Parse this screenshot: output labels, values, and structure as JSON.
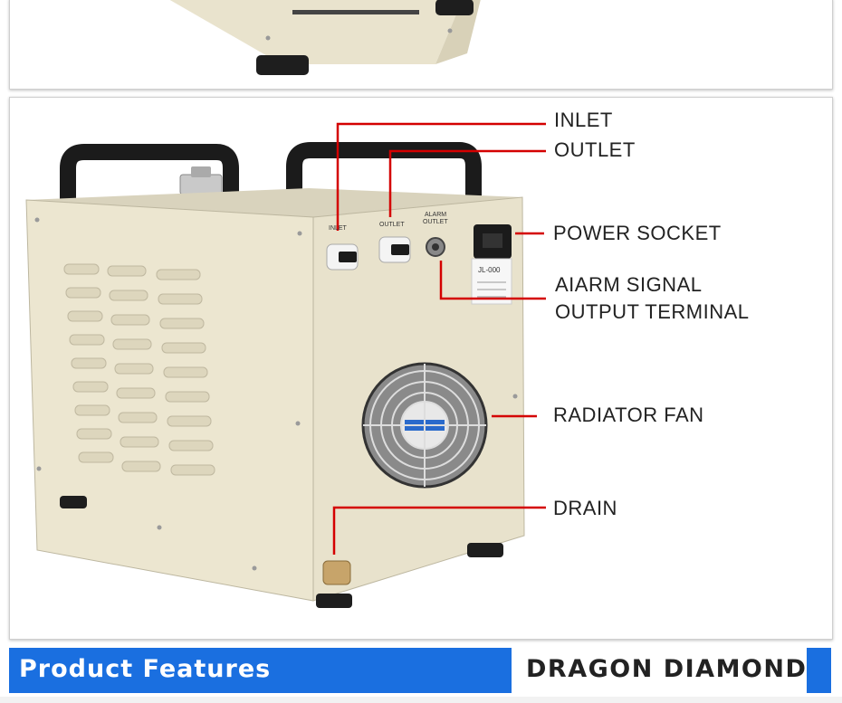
{
  "callouts": {
    "inlet": "INLET",
    "outlet": "OUTLET",
    "power_socket": "POWER SOCKET",
    "alarm_line1": "AIARM SIGNAL",
    "alarm_line2": "OUTPUT TERMINAL",
    "radiator_fan": "RADIATOR FAN",
    "drain": "DRAIN"
  },
  "panel_labels": {
    "inlet": "INLET",
    "outlet": "OUTLET",
    "alarm_line1": "ALARM",
    "alarm_line2": "OUTLET",
    "model": "JL-000"
  },
  "banner": {
    "title": "Product Features",
    "brand": "DRAGON DIAMOND"
  },
  "colors": {
    "accent": "#1a6fe0",
    "leader_line": "#d40000",
    "chiller_body": "#ece6d0"
  }
}
